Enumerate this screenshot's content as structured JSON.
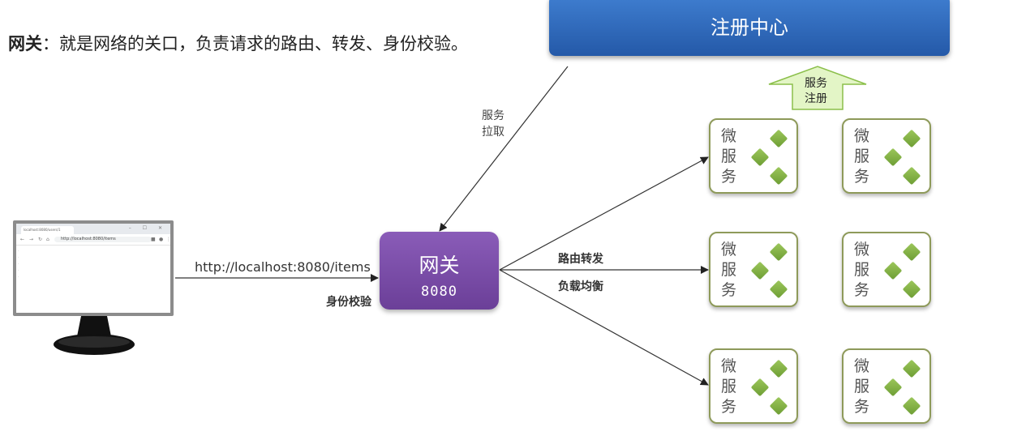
{
  "headline": {
    "bold": "网关",
    "rest": "：就是网络的关口，负责请求的路由、转发、身份校验。"
  },
  "registry": {
    "label": "注册中心"
  },
  "registration": {
    "line1": "服务",
    "line2": "注册"
  },
  "pull": {
    "line1": "服务",
    "line2": "拉取"
  },
  "gateway": {
    "name": "网关",
    "port": "8080"
  },
  "request": {
    "url": "http://localhost:8080/items",
    "auth": "身份校验"
  },
  "routing": {
    "forward": "路由转发",
    "balance": "负载均衡"
  },
  "microservice": {
    "c1": "微",
    "c2": "服",
    "c3": "务"
  },
  "browser": {
    "tab_title": "localhost:8080/users/1",
    "address": "http://localhost:8080/items",
    "controls": "– ☐ ✕"
  },
  "colors": {
    "registry": "#2d65b8",
    "gateway": "#7a4ca8",
    "service_border": "#8e9a5a",
    "diamond": "#7fae45",
    "reg_arrow": "#e3f5c6"
  }
}
